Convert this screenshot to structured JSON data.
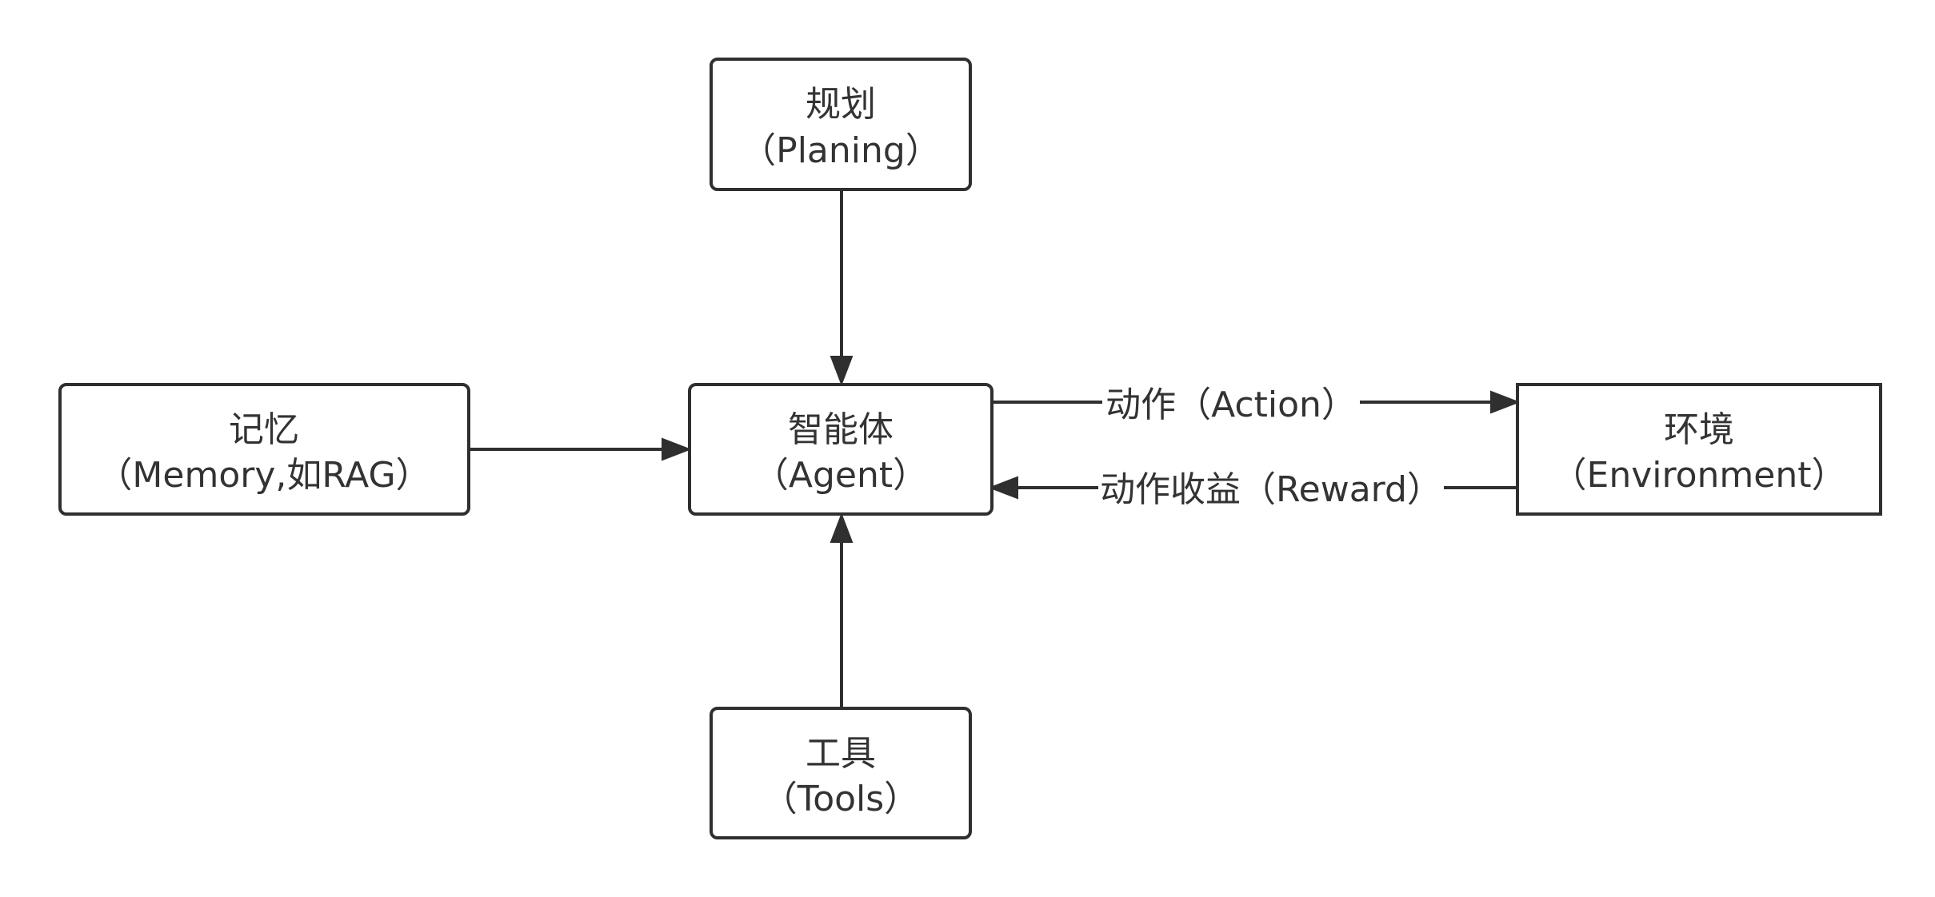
{
  "nodes": {
    "planning": {
      "name": "规划",
      "subtitle": "（Planing）"
    },
    "agent": {
      "name": "智能体",
      "subtitle": "（Agent）"
    },
    "memory": {
      "name": "记忆",
      "subtitle": "（Memory,如RAG）"
    },
    "environment": {
      "name": "环境",
      "subtitle": "（Environment）"
    },
    "tools": {
      "name": "工具",
      "subtitle": "（Tools）"
    }
  },
  "edges": {
    "action": {
      "label": "动作（Action）"
    },
    "reward": {
      "label": "动作收益（Reward）"
    }
  },
  "colors": {
    "stroke": "#2f2f2f",
    "text": "#333333",
    "background": "#ffffff"
  }
}
